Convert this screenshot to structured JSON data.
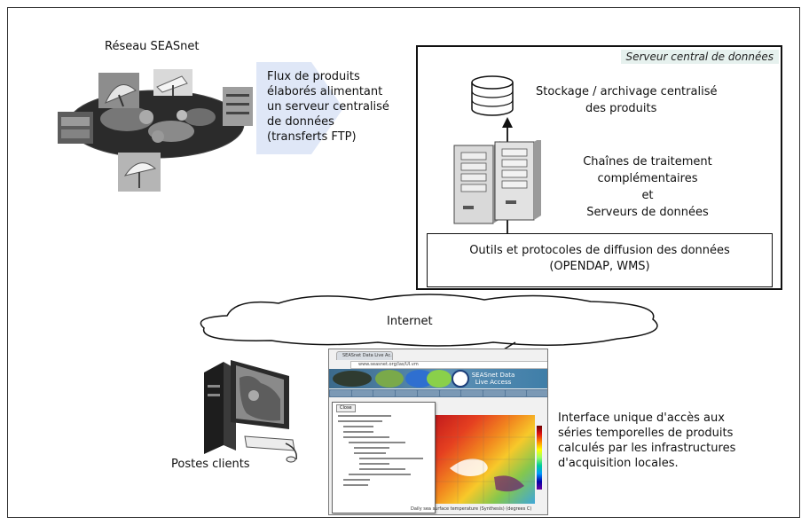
{
  "seasnet": {
    "title": "Réseau SEASnet"
  },
  "flux": {
    "lines": [
      "Flux de produits",
      "élaborés alimentant",
      "un serveur centralisé",
      "de données",
      "(transferts FTP)"
    ]
  },
  "server": {
    "header": "Serveur central de données",
    "storage_lines": [
      "Stockage / archivage centralisé",
      "des produits"
    ],
    "chains_lines": [
      "Chaînes de traitement",
      "complémentaires",
      "et",
      "Serveurs de données"
    ],
    "tools_lines": [
      "Outils et protocoles de diffusion des données",
      "(OPENDAP, WMS)"
    ]
  },
  "internet": {
    "label": "Internet"
  },
  "clients": {
    "label": "Postes clients"
  },
  "interface": {
    "lines": [
      "Interface unique d'accès aux",
      "séries temporelles de produits",
      "calculés par les infrastructures",
      "d'acquisition locales."
    ]
  },
  "browser": {
    "tab_label": "SEASnet Data Live Ac…",
    "url": "www.seasnet.org/las/UI.vm",
    "banner_title_lines": [
      "SEASnet Data",
      "Live Access"
    ],
    "close_label": "Close",
    "map_caption": "Daily sea surface temperature (Synthesis) (degrees C)"
  },
  "icons": {
    "database": "database-cylinder-icon",
    "servers": "server-tower-icon",
    "computer": "desktop-computer-icon",
    "antennas": "satellite-antenna-photo",
    "arrow": "arrow-up-icon"
  },
  "colors": {
    "flux_bubble": "#dfe7f7",
    "server_header_bg": "#e6f1ee",
    "banner": "#4a7da3"
  }
}
